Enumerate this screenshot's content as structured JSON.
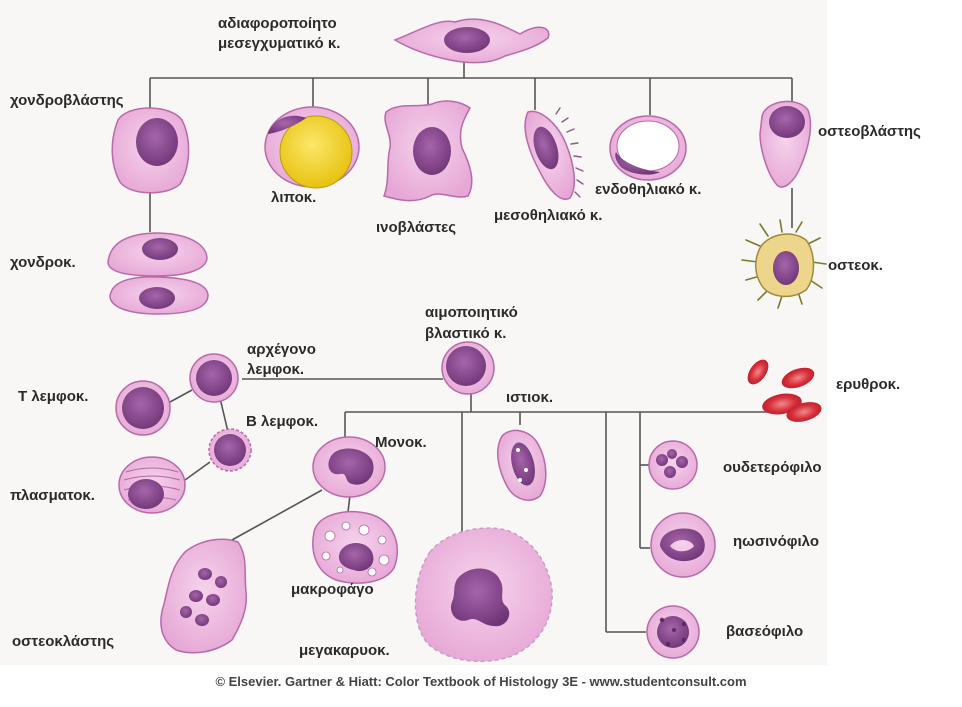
{
  "labels": {
    "mesenchymal_line1": "αδιαφοροποίητο",
    "mesenchymal_line2": "μεσεγχυματικό κ.",
    "chondroblast": "χονδροβλάστης",
    "chondrocyte": "χονδροκ.",
    "adipocyte": "λιποκ.",
    "fibroblast": "ινοβλάστες",
    "mesothelial": "μεσοθηλιακό κ.",
    "endothelial": "ενδοθηλιακό κ.",
    "osteoblast": "οστεοβλάστης",
    "osteocyte": "οστεοκ.",
    "hemopoietic_line1": "αιμοποιητικό",
    "hemopoietic_line2": "βλαστικό κ.",
    "lymphoid_line1": "αρχέγονο",
    "lymphoid_line2": "λεμφοκ.",
    "t_lymphocyte": "Τ λεμφοκ.",
    "b_lymphocyte": "Β λεμφοκ.",
    "plasma_cell": "πλασματοκ.",
    "monocyte": "Μονοκ.",
    "macrophage": "μακροφάγο",
    "osteoclast": "οστεοκλάστης",
    "megakaryocyte": "μεγακαρυοκ.",
    "histiocyte": "ιστιοκ.",
    "erythrocyte": "ερυθροκ.",
    "neutrophil": "ουδετερόφιλο",
    "eosinophil": "ηωσινόφιλο",
    "basophil": "βασεόφιλο"
  },
  "credit": "© Elsevier. Gartner & Hiatt: Color Textbook of Histology 3E - www.studentconsult.com",
  "colors": {
    "cytoplasm": "#ebb3dc",
    "cell_outline": "#b86aa8",
    "nucleus": "#8e4a93",
    "fat": "#f4d522",
    "osteocyte": "#eed58c",
    "erythrocyte": "#d8303c",
    "line": "#555555"
  }
}
